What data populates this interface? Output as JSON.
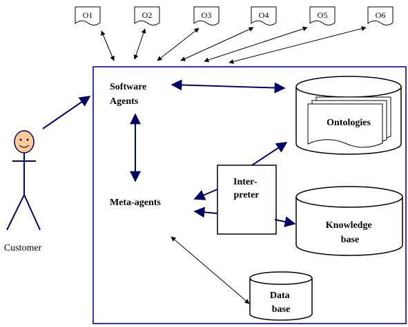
{
  "documents": [
    "O1",
    "O2",
    "O3",
    "O4",
    "O5",
    "O6"
  ],
  "actor": {
    "label": "Customer"
  },
  "agents": {
    "software_line1": "Software",
    "software_line2": "Agents",
    "meta": "Meta-agents"
  },
  "interpreter": {
    "line1": "Inter-",
    "line2": "preter"
  },
  "stores": {
    "ontologies": "Ontologies",
    "knowledge_line1": "Knowledge",
    "knowledge_line2": "base",
    "database_line1": "Data",
    "database_line2": "base"
  },
  "colors": {
    "system_border": "#3333cc",
    "arrow_blue": "#000066",
    "arrow_black": "#000000",
    "actor_face": "#ffcc99",
    "actor_body": "#000066"
  }
}
